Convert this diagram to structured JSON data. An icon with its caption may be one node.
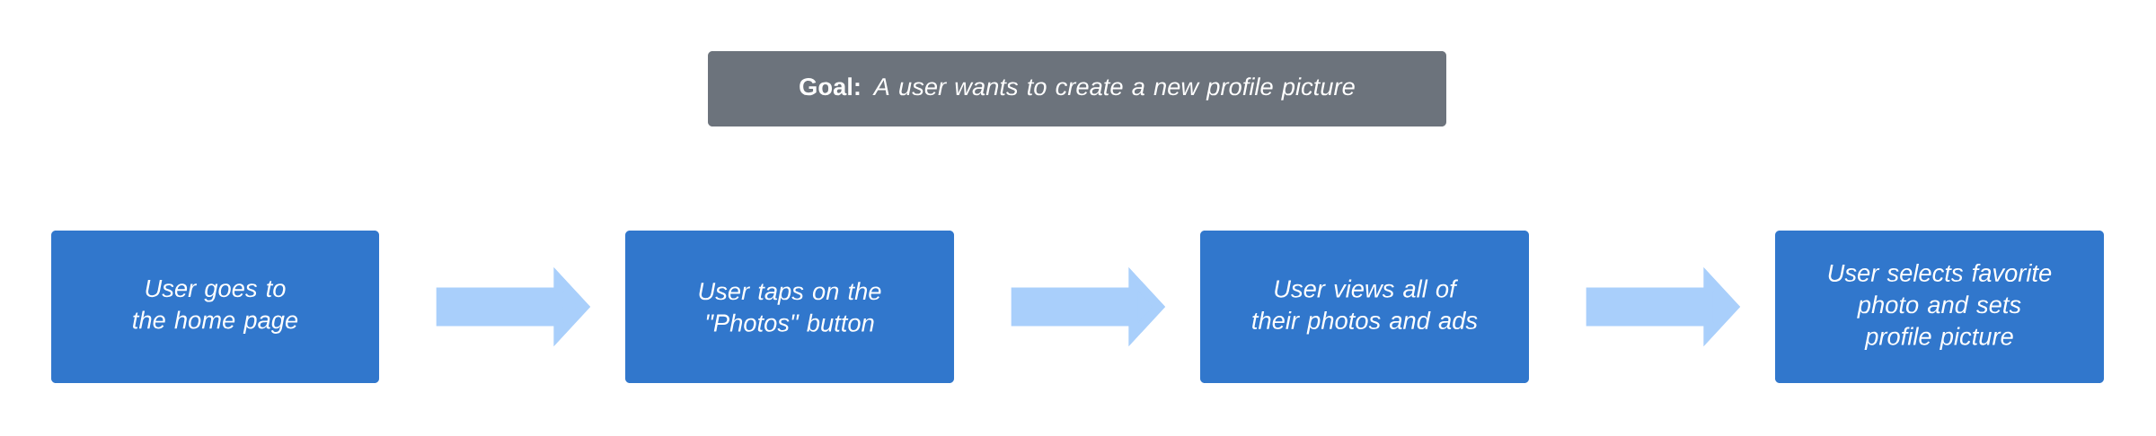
{
  "diagram": {
    "nodes": [
      {
        "text": [
          "**Goal:** *A user wants to create a new profile picture*"
        ]
      },
      {
        "text": [
          "User goes to the home page"
        ]
      },
      {
        "text": [
          "User taps on the \"Photos\" button"
        ]
      },
      {
        "text": [
          "User views all of their photos and ads"
        ]
      },
      {
        "text": [
          "User selects favorite photo and sets profile picture"
        ]
      }
    ],
    "edges": [
      {
        "from": 1,
        "to": 2,
        "arrow": "to"
      },
      {
        "from": 2,
        "to": 3,
        "arrow": "to"
      },
      {
        "from": 3,
        "to": 4,
        "arrow": "to"
      }
    ]
  }
}
